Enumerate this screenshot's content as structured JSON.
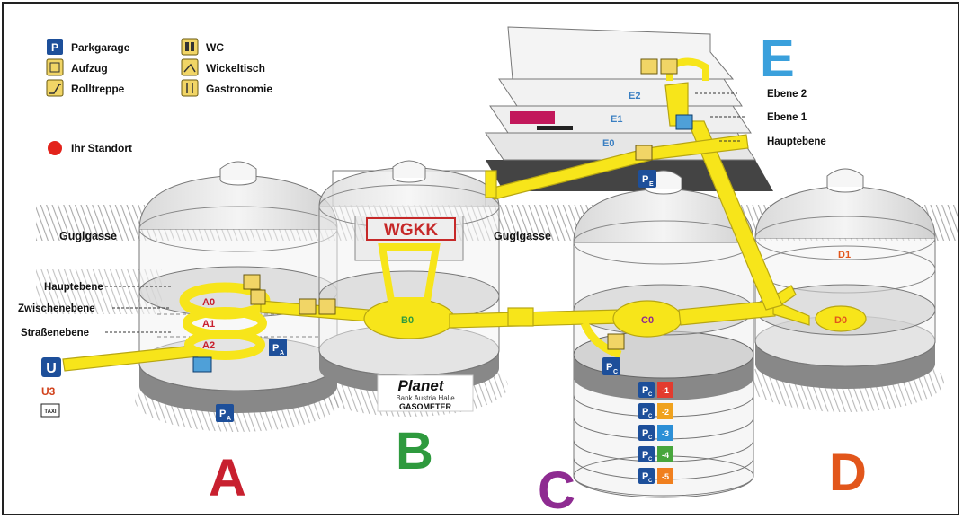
{
  "legend": {
    "items": [
      {
        "icon": "parking-icon",
        "label": "Parkgarage"
      },
      {
        "icon": "elevator-icon",
        "label": "Aufzug"
      },
      {
        "icon": "escalator-icon",
        "label": "Rolltreppe"
      },
      {
        "icon": "wc-icon",
        "label": "WC"
      },
      {
        "icon": "changing-table-icon",
        "label": "Wickeltisch"
      },
      {
        "icon": "restaurant-icon",
        "label": "Gastronomie"
      }
    ],
    "location_label": "Ihr Standort",
    "location_color": "#e3231b"
  },
  "streets": {
    "left": "Guglgasse",
    "middle": "Guglgasse"
  },
  "levels_a": [
    "Hauptebene",
    "Zwischenebene",
    "Straßenebene"
  ],
  "levels_e": [
    "Ebene 2",
    "Ebene 1",
    "Hauptebene"
  ],
  "buildings": {
    "a": {
      "letter": "A",
      "color": "#c8202f"
    },
    "b": {
      "letter": "B",
      "color": "#2e9a3e"
    },
    "c": {
      "letter": "C",
      "color": "#8e2b91"
    },
    "d": {
      "letter": "D",
      "color": "#e2561b"
    },
    "e": {
      "letter": "E",
      "color": "#3aa0dc"
    }
  },
  "rooms": {
    "a0": "A0",
    "a1": "A1",
    "a2": "A2",
    "b0": "B0",
    "c0": "C0",
    "d0": "D0",
    "d1": "D1",
    "e0": "E0",
    "e1": "E1",
    "e2": "E2"
  },
  "parking": {
    "pa": "A",
    "pc": "C",
    "pe": "E",
    "levels_c": [
      "-1",
      "-2",
      "-3",
      "-4",
      "-5"
    ],
    "level_colors": [
      "#e33b2e",
      "#f0a21e",
      "#2c8fd6",
      "#47a63c",
      "#f07f1e"
    ]
  },
  "transit": {
    "u_label": "U",
    "u_line": "U3",
    "taxi": "TAXI"
  },
  "logos": {
    "wgkk": "WGKK",
    "planet": "Planet",
    "planet_sub": "Bank Austria Halle",
    "planet_brand": "GASOMETER"
  },
  "colors": {
    "path": "#f7e51a",
    "path_stroke": "#b7a612",
    "line": "#555555"
  }
}
